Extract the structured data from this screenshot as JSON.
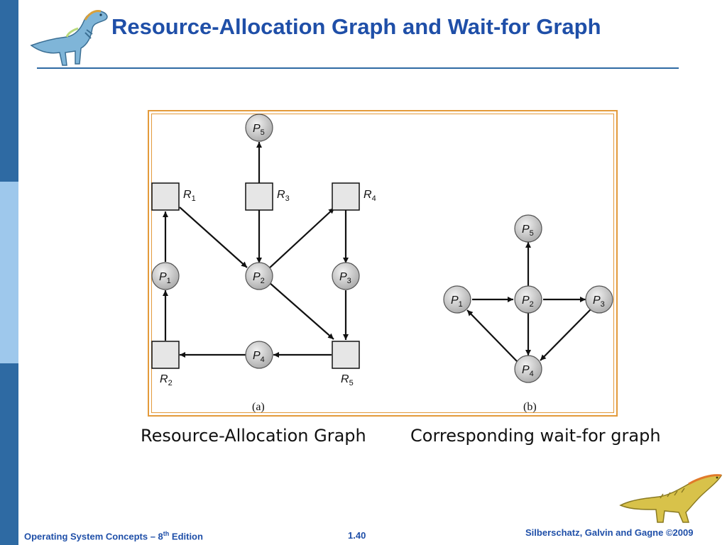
{
  "slide": {
    "title": "Resource-Allocation Graph and Wait-for Graph",
    "caption_left": "Resource-Allocation Graph",
    "caption_right": "Corresponding wait-for graph"
  },
  "footer": {
    "book": "Operating System Concepts – 8",
    "book_sup": "th",
    "book_suffix": " Edition",
    "page": "1.40",
    "copyright": "Silberschatz, Galvin and Gagne ©2009"
  },
  "figure": {
    "panel_a_label": "(a)",
    "panel_b_label": "(b)",
    "panel_a": {
      "processes": [
        "P1",
        "P2",
        "P3",
        "P4",
        "P5"
      ],
      "resources": [
        "R1",
        "R2",
        "R3",
        "R4",
        "R5"
      ],
      "edges": [
        [
          "P1",
          "R1"
        ],
        [
          "R1",
          "P2"
        ],
        [
          "R3",
          "P2"
        ],
        [
          "P2",
          "R4"
        ],
        [
          "R3",
          "P5"
        ],
        [
          "P2",
          "R5"
        ],
        [
          "R4",
          "P3"
        ],
        [
          "P3",
          "R5"
        ],
        [
          "R5",
          "P4"
        ],
        [
          "P4",
          "R2"
        ],
        [
          "R2",
          "P1"
        ]
      ]
    },
    "panel_b": {
      "processes": [
        "P1",
        "P2",
        "P3",
        "P4",
        "P5"
      ],
      "edges": [
        [
          "P1",
          "P2"
        ],
        [
          "P2",
          "P3"
        ],
        [
          "P2",
          "P5"
        ],
        [
          "P2",
          "P4"
        ],
        [
          "P3",
          "P4"
        ],
        [
          "P4",
          "P1"
        ]
      ]
    }
  },
  "colors": {
    "accent": "#1f4fa8",
    "sidebar": "#2e6aa3",
    "frame": "#e39a3b"
  },
  "icons": [
    "dinosaur-logo-icon",
    "dinosaur-footer-icon"
  ]
}
